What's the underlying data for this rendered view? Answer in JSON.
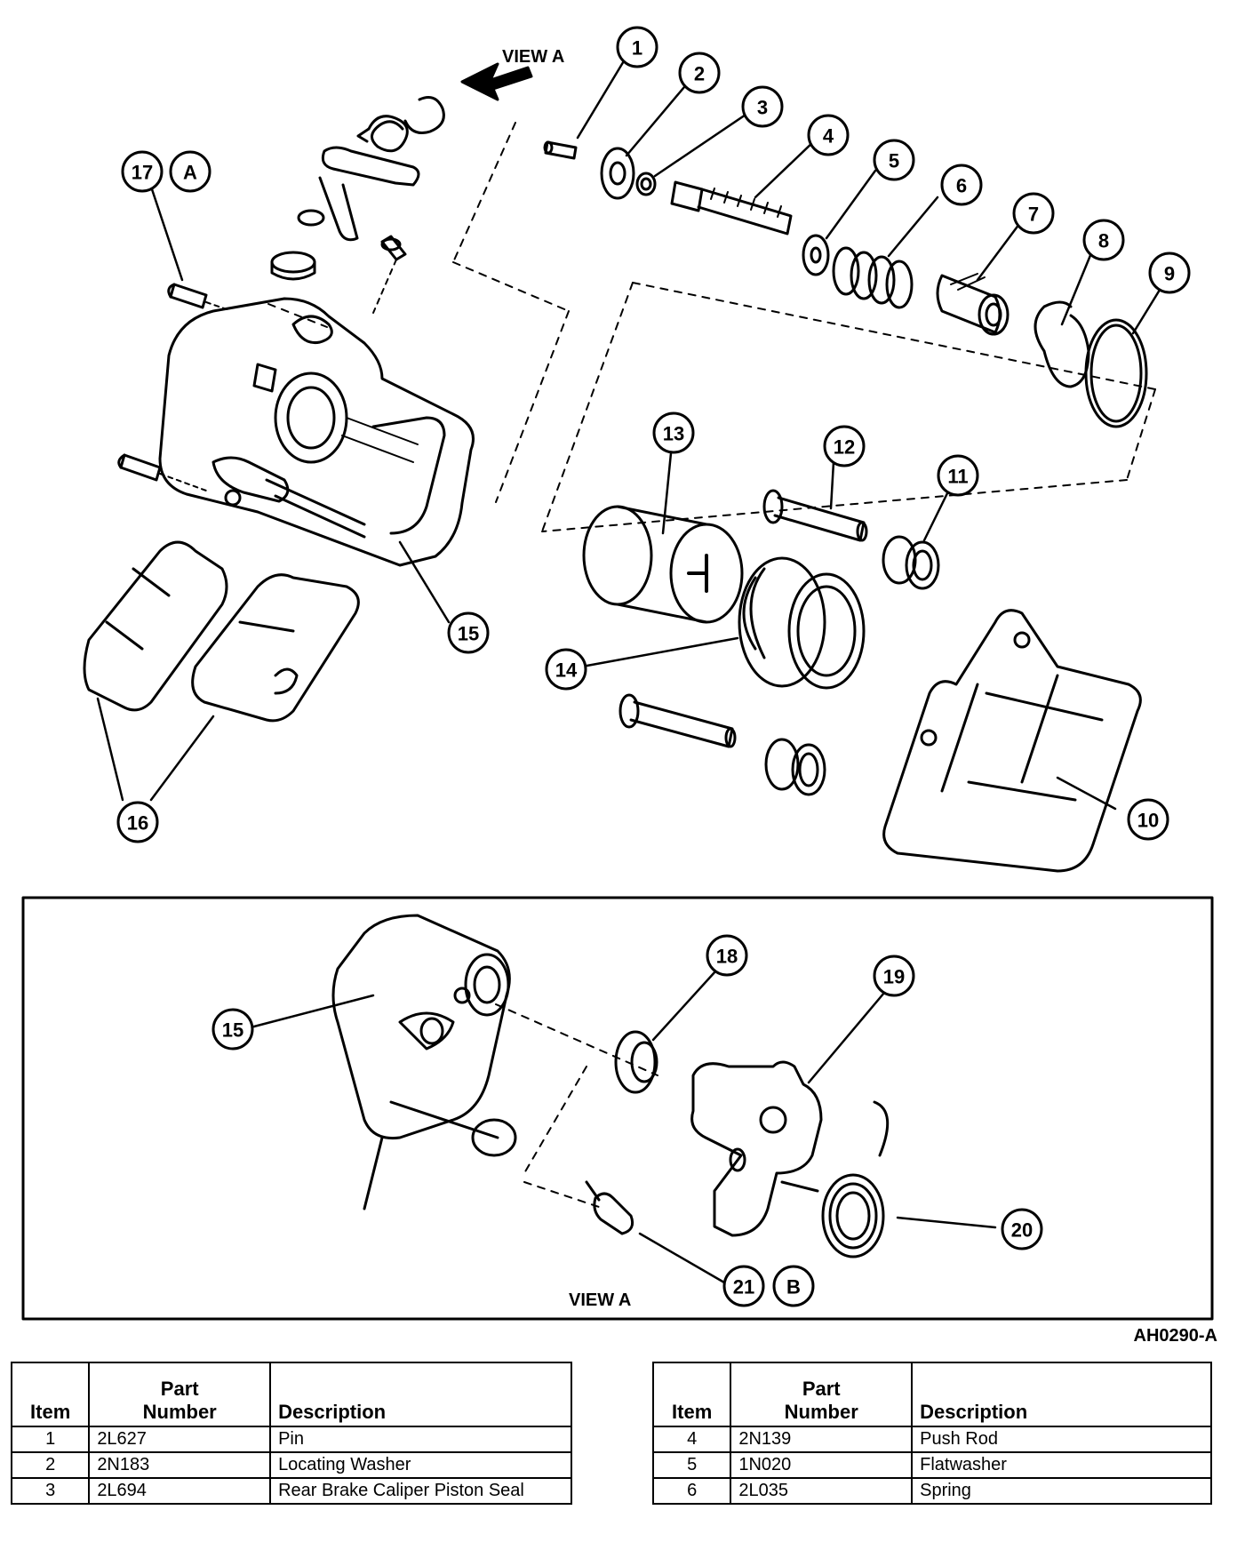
{
  "figure_id": "AH0290-A",
  "view_label": "VIEW A",
  "callouts": [
    "1",
    "2",
    "3",
    "4",
    "5",
    "6",
    "7",
    "8",
    "9",
    "10",
    "11",
    "12",
    "13",
    "14",
    "15",
    "16",
    "17",
    "18",
    "19",
    "20",
    "21"
  ],
  "ref_letters": [
    "A",
    "B"
  ],
  "tables": [
    {
      "headers": {
        "item": "Item",
        "part": "Part Number",
        "part_line1": "Part",
        "part_line2": "Number",
        "desc": "Description"
      },
      "rows": [
        {
          "item": "1",
          "part": "2L627",
          "desc": "Pin"
        },
        {
          "item": "2",
          "part": "2N183",
          "desc": "Locating Washer"
        },
        {
          "item": "3",
          "part": "2L694",
          "desc": "Rear Brake Caliper Piston Seal"
        }
      ]
    },
    {
      "headers": {
        "item": "Item",
        "part": "Part Number",
        "part_line1": "Part",
        "part_line2": "Number",
        "desc": "Description"
      },
      "rows": [
        {
          "item": "4",
          "part": "2N139",
          "desc": "Push Rod"
        },
        {
          "item": "5",
          "part": "1N020",
          "desc": "Flatwasher"
        },
        {
          "item": "6",
          "part": "2L035",
          "desc": "Spring"
        }
      ]
    }
  ]
}
